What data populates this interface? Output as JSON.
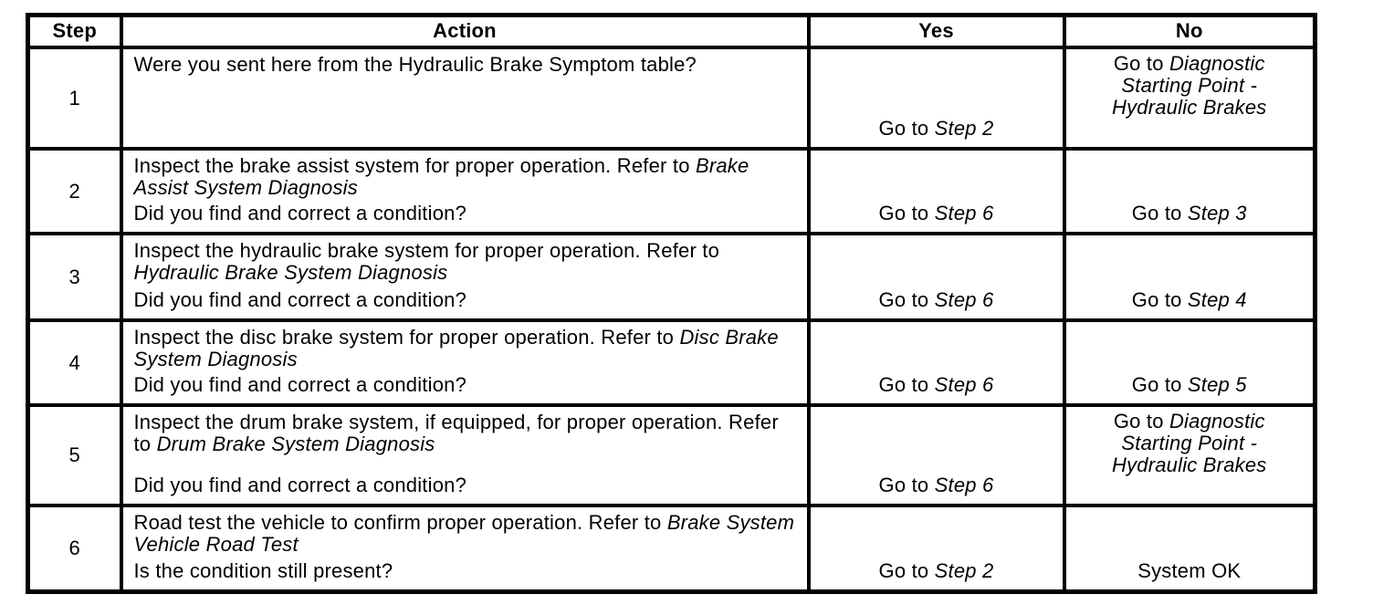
{
  "colors": {
    "background": "#ffffff",
    "border": "#000000",
    "text": "#000000"
  },
  "table": {
    "headers": {
      "step": "Step",
      "action": "Action",
      "yes": "Yes",
      "no": "No"
    },
    "rows": [
      {
        "step": "1",
        "action": [
          [
            {
              "t": "Were you sent here from the Hydraulic Brake Symptom table?",
              "i": false
            }
          ]
        ],
        "yes": {
          "valign": "bottom",
          "segments": [
            {
              "t": "Go to ",
              "i": false
            },
            {
              "t": "Step 2",
              "i": true
            }
          ]
        },
        "no": {
          "valign": "top",
          "narrow": true,
          "segments": [
            {
              "t": "Go to ",
              "i": false
            },
            {
              "t": "Diagnostic Starting Point - Hydraulic Brakes",
              "i": true
            }
          ]
        }
      },
      {
        "step": "2",
        "action": [
          [
            {
              "t": "Inspect the brake assist system for proper operation. Refer to ",
              "i": false
            },
            {
              "t": "Brake Assist System Diagnosis",
              "i": true
            }
          ],
          [
            {
              "t": "Did you find and correct a condition?",
              "i": false
            }
          ]
        ],
        "yes": {
          "valign": "bottom",
          "segments": [
            {
              "t": "Go to ",
              "i": false
            },
            {
              "t": "Step 6",
              "i": true
            }
          ]
        },
        "no": {
          "valign": "bottom",
          "segments": [
            {
              "t": "Go to ",
              "i": false
            },
            {
              "t": "Step 3",
              "i": true
            }
          ]
        }
      },
      {
        "step": "3",
        "action": [
          [
            {
              "t": "Inspect the hydraulic brake system for proper operation. Refer to ",
              "i": false
            },
            {
              "t": "Hydraulic Brake System Diagnosis",
              "i": true
            }
          ],
          [
            {
              "t": "Did you find and correct a condition?",
              "i": false
            }
          ]
        ],
        "yes": {
          "valign": "bottom",
          "segments": [
            {
              "t": "Go to ",
              "i": false
            },
            {
              "t": "Step 6",
              "i": true
            }
          ]
        },
        "no": {
          "valign": "bottom",
          "segments": [
            {
              "t": "Go to ",
              "i": false
            },
            {
              "t": "Step 4",
              "i": true
            }
          ]
        }
      },
      {
        "step": "4",
        "action": [
          [
            {
              "t": "Inspect the disc brake system for proper operation. Refer to ",
              "i": false
            },
            {
              "t": "Disc Brake System Diagnosis",
              "i": true
            }
          ],
          [
            {
              "t": "Did you find and correct a condition?",
              "i": false
            }
          ]
        ],
        "yes": {
          "valign": "bottom",
          "segments": [
            {
              "t": "Go to ",
              "i": false
            },
            {
              "t": "Step 6",
              "i": true
            }
          ]
        },
        "no": {
          "valign": "bottom",
          "segments": [
            {
              "t": "Go to ",
              "i": false
            },
            {
              "t": "Step 5",
              "i": true
            }
          ]
        }
      },
      {
        "step": "5",
        "action": [
          [
            {
              "t": "Inspect the drum brake system, if equipped, for proper operation. Refer to ",
              "i": false
            },
            {
              "t": "Drum Brake System Diagnosis",
              "i": true
            }
          ],
          [
            {
              "t": "Did you find and correct a condition?",
              "i": false
            }
          ]
        ],
        "yes": {
          "valign": "bottom",
          "segments": [
            {
              "t": "Go to ",
              "i": false
            },
            {
              "t": "Step 6",
              "i": true
            }
          ]
        },
        "no": {
          "valign": "top",
          "narrow": true,
          "segments": [
            {
              "t": "Go to ",
              "i": false
            },
            {
              "t": "Diagnostic Starting Point - Hydraulic Brakes",
              "i": true
            }
          ]
        }
      },
      {
        "step": "6",
        "action": [
          [
            {
              "t": "Road test the vehicle to confirm proper operation. Refer to ",
              "i": false
            },
            {
              "t": "Brake System Vehicle Road Test",
              "i": true
            }
          ],
          [
            {
              "t": "Is the condition still present?",
              "i": false
            }
          ]
        ],
        "yes": {
          "valign": "bottom",
          "segments": [
            {
              "t": "Go to ",
              "i": false
            },
            {
              "t": "Step 2",
              "i": true
            }
          ]
        },
        "no": {
          "valign": "bottom",
          "segments": [
            {
              "t": "System OK",
              "i": false
            }
          ]
        }
      }
    ]
  }
}
